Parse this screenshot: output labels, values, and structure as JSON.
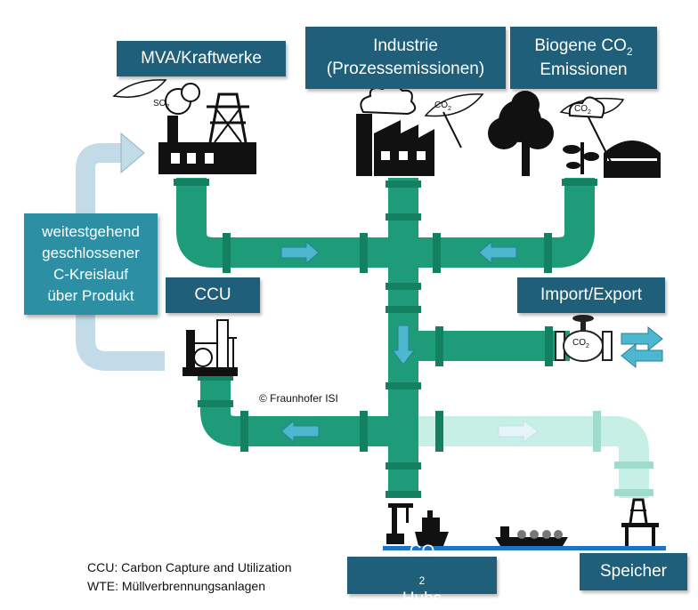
{
  "labels": {
    "mva": "MVA/Kraftwerke",
    "industry_line1": "Industrie",
    "industry_line2": "(Prozessemissionen)",
    "biogenic_line1": "Biogene CO",
    "biogenic_sub": "2",
    "biogenic_line2": "Emissionen",
    "ccu": "CCU",
    "import_export": "Import/Export",
    "hubs_prefix": "CO",
    "hubs_sub": "2",
    "hubs_suffix": " Hubs",
    "storage": "Speicher"
  },
  "loop_text": {
    "line1": "weitestgehend",
    "line2": "geschlossener",
    "line3": "C-Kreislauf",
    "line4": "über Produkt"
  },
  "copyright": "© Fraunhofer ISI",
  "legend": {
    "ccu": "CCU: Carbon Capture and Utilization",
    "wte": "WTE: Müllverbrennungsanlagen"
  },
  "icon_text": {
    "so2": "SO",
    "so2_sub": "2",
    "co2": "CO",
    "co2_sub": "2"
  },
  "colors": {
    "pipe": "#1e9b78",
    "pipe_light": "#c6efe6",
    "flange": "#13805f",
    "flange_light": "#9fdccd",
    "arrow_fill": "#4cb7cf",
    "box_dark": "#1f5f79",
    "box_teal": "#2d8fa3",
    "loop_arrow": "#c3dbe7",
    "water": "#1b74c5"
  }
}
